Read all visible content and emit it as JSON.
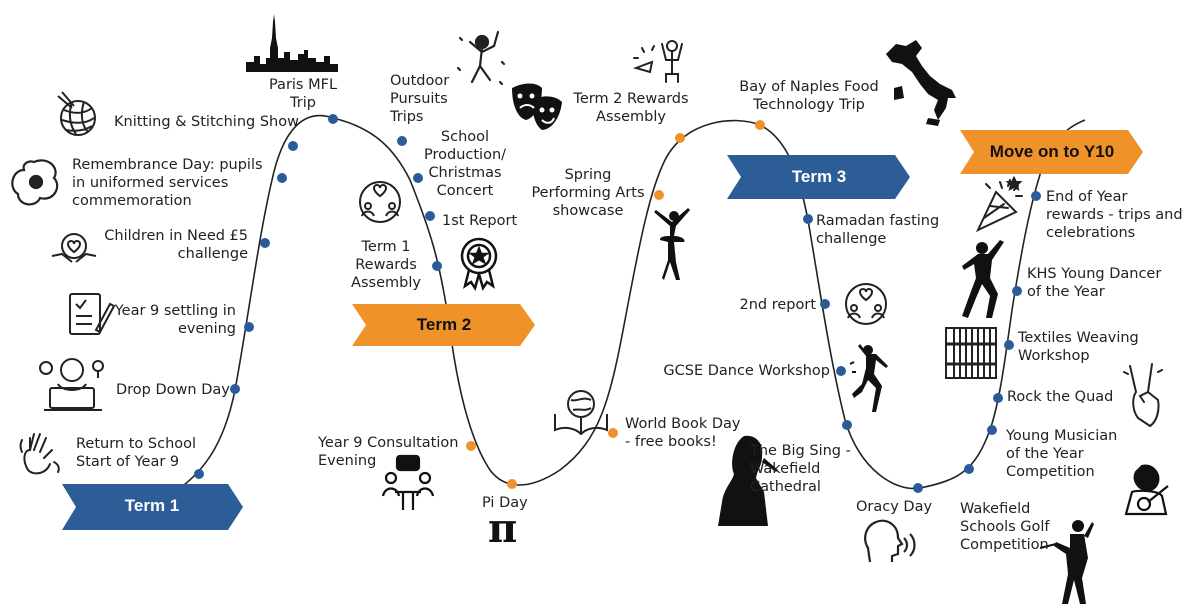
{
  "colors": {
    "dot_blue": "#2b5b99",
    "dot_orange": "#f0922a",
    "banner_blue": "#2d5d96",
    "banner_orange": "#f0922a",
    "line": "#222222"
  },
  "banners": {
    "term1": "Term 1",
    "term2": "Term 2",
    "term3": "Term 3",
    "y10": "Move on to Y10"
  },
  "events": {
    "return_school": "Return to School\nStart of Year 9",
    "drop_down": "Drop Down Day",
    "settling": "Year 9 settling in\nevening",
    "children_need": "Children in Need £5\nchallenge",
    "remembrance": "Remembrance Day: pupils\nin uniformed services\ncommemoration",
    "knitting": "Knitting & Stitching Show",
    "paris": "Paris MFL\nTrip",
    "outdoor": "Outdoor\nPursuits\nTrips",
    "production": "School\nProduction/\nChristmas\nConcert",
    "report1": "1st Report",
    "term1_rewards": "Term 1\nRewards\nAssembly",
    "consultation": "Year 9 Consultation\nEvening",
    "pi_day": "Pi Day",
    "pi_symbol": "π",
    "world_book": "World Book Day\n- free books!",
    "spring_arts": "Spring\nPerforming Arts\nshowcase",
    "term2_rewards": "Term 2 Rewards\nAssembly",
    "naples": "Bay of Naples Food\nTechnology Trip",
    "ramadan": "Ramadan fasting\nchallenge",
    "report2": "2nd report",
    "gcse_dance": "GCSE Dance Workshop",
    "big_sing": "The Big Sing -\nWakefield\nCathedral",
    "oracy": "Oracy Day",
    "golf": "Wakefield\nSchools Golf\nCompetition",
    "young_musician": "Young Musician\nof the Year\nCompetition",
    "rock_quad": "Rock the Quad",
    "textiles": "Textiles Weaving\nWorkshop",
    "young_dancer": "KHS Young Dancer\nof the Year",
    "end_year": "End of Year\nrewards - trips and\ncelebrations"
  },
  "icons": [
    "waving-hand-icon",
    "student-laptop-icon",
    "checklist-pen-icon",
    "heart-hands-icon",
    "poppy-icon",
    "yarn-ball-icon",
    "eiffel-tower-skyline-icon",
    "climber-icon",
    "theatre-masks-icon",
    "award-medal-icon",
    "community-heart-icon",
    "meeting-table-icon",
    "open-book-icon",
    "ballerina-icon",
    "celebrating-person-icon",
    "italy-map-icon",
    "dancer-icon",
    "singer-icon",
    "speaking-head-icon",
    "golfer-icon",
    "guitarist-icon",
    "rock-hand-icon",
    "weaving-loom-icon",
    "hip-hop-dancer-icon",
    "party-popper-icon"
  ]
}
